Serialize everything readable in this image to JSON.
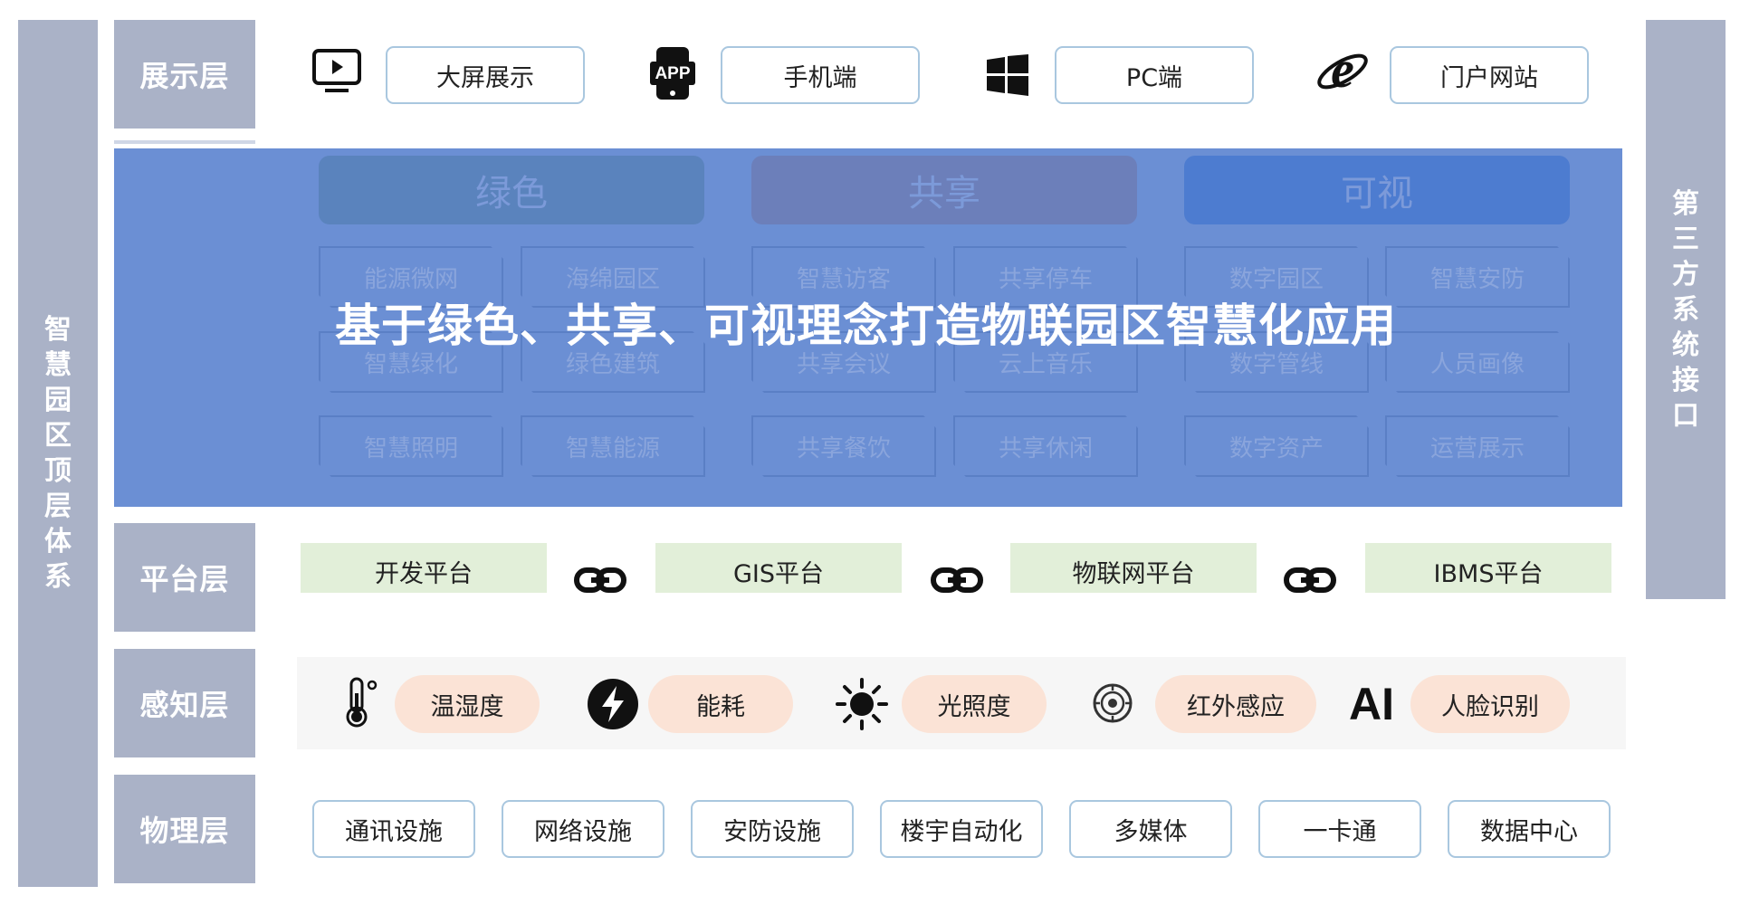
{
  "left_label": [
    "智",
    "慧",
    "园",
    "区",
    "顶",
    "层",
    "体",
    "系"
  ],
  "right_label": [
    "第",
    "三",
    "方",
    "系",
    "统",
    "接",
    "口"
  ],
  "layers": {
    "display": "展示层",
    "platform": "平台层",
    "sensing": "感知层",
    "physical": "物理层"
  },
  "display_items": [
    {
      "icon": "monitor-play-icon",
      "label": "大屏展示"
    },
    {
      "icon": "app-icon",
      "icon_text": "APP",
      "label": "手机端"
    },
    {
      "icon": "windows-icon",
      "label": "PC端"
    },
    {
      "icon": "ie-browser-icon",
      "icon_text": "e",
      "label": "门户网站"
    }
  ],
  "application": {
    "banner": "基于绿色、共享、可视理念打造物联园区智慧化应用",
    "categories": [
      {
        "name": "绿色",
        "color": "#5a83bd",
        "items": [
          "能源微网",
          "海绵园区",
          "智慧绿化",
          "绿色建筑",
          "智慧照明",
          "智慧能源"
        ]
      },
      {
        "name": "共享",
        "color": "#6c7fba",
        "items": [
          "智慧访客",
          "共享停车",
          "共享会议",
          "云上音乐",
          "共享餐饮",
          "共享休闲"
        ]
      },
      {
        "name": "可视",
        "color": "#4d7cd0",
        "items": [
          "数字园区",
          "智慧安防",
          "数字管线",
          "人员画像",
          "数字资产",
          "运营展示"
        ]
      }
    ]
  },
  "platforms": [
    "开发平台",
    "GIS平台",
    "物联网平台",
    "IBMS平台"
  ],
  "link_icon": "link-icon",
  "sensing_items": [
    {
      "icon": "thermometer-icon",
      "label": "温湿度"
    },
    {
      "icon": "lightning-icon",
      "label": "能耗"
    },
    {
      "icon": "sun-icon",
      "label": "光照度"
    },
    {
      "icon": "infrared-sensor-icon",
      "label": "红外感应"
    },
    {
      "icon": "ai-icon",
      "icon_text": "AI",
      "label": "人脸识别"
    }
  ],
  "physical_items": [
    "通讯设施",
    "网络设施",
    "安防设施",
    "楼宇自动化",
    "多媒体",
    "一卡通",
    "数据中心"
  ],
  "colors": {
    "label_bg": "#aab2c7",
    "app_band": "#6b8fd4",
    "platform_bg": "#e2efd9",
    "sensing_pill": "#fbe3d6",
    "outline": "#a9c7df"
  }
}
